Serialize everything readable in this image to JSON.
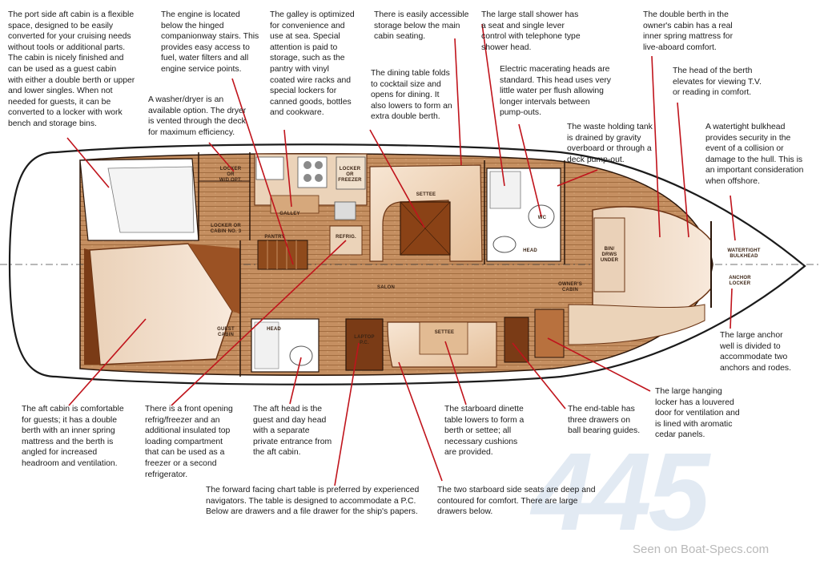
{
  "annotations": {
    "port_aft_cabin": "The port side aft cabin is a flexible\nspace, designed to be easily\nconverted for your cruising needs\nwithout tools or additional parts.\nThe cabin is nicely finished and\ncan be used as a guest cabin\nwith either a double berth or upper\nand lower singles. When not\nneeded for guests, it can be\nconverted to a locker with work\nbench and storage bins.",
    "engine": "The engine is located\nbelow the hinged\ncompanionway stairs. This\nprovides easy access to\nfuel, water filters and all\nengine service points.",
    "washer_dryer": "A washer/dryer is an\navailable option. The dryer\nis vented through the deck\nfor maximum efficiency.",
    "galley": "The galley is optimized\nfor convenience and\nuse at sea. Special\nattention is paid to\nstorage, such as the\npantry with vinyl\ncoated wire racks and\nspecial lockers for\ncanned goods, bottles\nand cookware.",
    "storage_seating": "There is easily accessible\nstorage below the main\ncabin seating.",
    "dining_table": "The dining table folds\nto cocktail size and\nopens for dining. It\nalso lowers to form an\nextra double berth.",
    "shower": "The large stall shower has\na seat and single lever\ncontrol with telephone type\nshower head.",
    "macerating": "Electric macerating heads are\nstandard. This head uses very\nlittle water per flush allowing\nlonger intervals between\npump-outs.",
    "waste_tank": "The waste holding tank\nis drained by gravity\noverboard or through a\ndeck pump-out.",
    "owner_berth": "The double berth in the\nowner's cabin has a real\ninner spring mattress for\nlive-aboard comfort.",
    "berth_head": "The head of the berth\nelevates for viewing T.V.\nor reading in comfort.",
    "bulkhead": "A watertight bulkhead\nprovides security in the\nevent of a collision or\ndamage to the hull. This is\nan important consideration\nwhen offshore.",
    "anchor_well": "The large anchor\nwell is divided to\naccommodate two\nanchors and rodes.",
    "hanging_locker": "The large hanging\nlocker has a louvered\ndoor for ventilation and\nis lined with aromatic\ncedar panels.",
    "end_table": "The end-table has\nthree drawers on\nball bearing guides.",
    "starboard_dinette": "The starboard dinette\ntable lowers to form a\nberth or settee; all\nnecessary cushions\nare provided.",
    "starboard_seats": "The two starboard side seats are deep and\ncontoured for comfort. There are large\ndrawers below.",
    "chart_table": "The forward facing chart table is preferred by experienced\nnavigators. The table is designed to accommodate a P.C.\nBelow are drawers and a file drawer for the ship's papers.",
    "aft_head": "The aft head is the\nguest and day head\nwith a separate\nprivate entrance from\nthe aft cabin.",
    "refrig": "There is a front opening\nrefrig/freezer and an\nadditional insulated top\nloading compartment\nthat can be used as a\nfreezer or a second\nrefrigerator.",
    "aft_cabin": "The aft cabin is comfortable\nfor guests; it has a double\nberth with an inner spring\nmattress and the berth is\nangled for increased\nheadroom and ventilation."
  },
  "plan_labels": {
    "locker_wd": "LOCKER\nOR\nW/D OPT.",
    "locker_freezer": "LOCKER\nOR\nFREEZER",
    "galley": "GALLEY",
    "pantry": "PANTRY",
    "refrig": "REFRIG.",
    "settee_port": "SETTEE",
    "locker_cabin": "LOCKER OR\nCABIN NO. 3",
    "salon": "SALON",
    "guest_cabin": "GUEST\nCABIN",
    "head_aft": "HEAD",
    "laptop": "LAPTOP\nP.C.",
    "settee_stbd": "SETTEE",
    "head_fwd": "HEAD",
    "bin_under": "BIN/\nDRWS\nUNDER",
    "owners_cabin": "OWNER'S\nCABIN",
    "wc": "WC",
    "watertight": "WATERTIGHT\nBULKHEAD",
    "anchor_locker": "ANCHOR\nLOCKER"
  },
  "watermark": "445",
  "credit": "Seen on Boat-Specs.com",
  "colors": {
    "teak": "#c79265",
    "cushion": "#f1d8c0",
    "wood_dark": "#7a3b16",
    "leader": "#c0141c",
    "hull": "#1b1b1b"
  }
}
